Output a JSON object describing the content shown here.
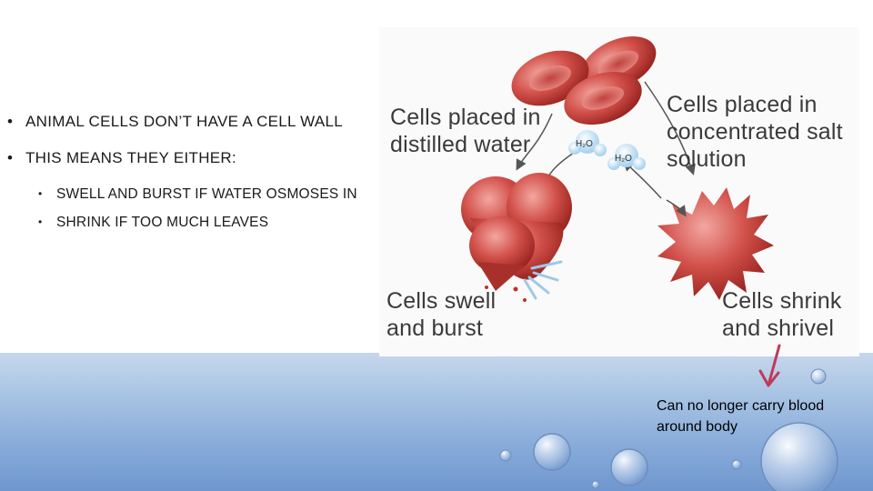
{
  "bullets": {
    "level1": [
      "ANIMAL CELLS DON’T HAVE A CELL WALL",
      "THIS MEANS THEY EITHER:"
    ],
    "level2": [
      "SWELL AND BURST IF WATER OSMOSES IN",
      "SHRINK IF TOO MUCH LEAVES"
    ],
    "bullet_symbol": "•"
  },
  "diagram": {
    "label_distilled": "Cells placed in distilled water",
    "label_salt": "Cells placed in concentrated salt solution",
    "label_swell": "Cells swell and burst",
    "label_shrink": "Cells shrink and shrivel",
    "h2o_label_1": "H₂O",
    "h2o_label_2": "H₂O",
    "cell_color": "#c9403a"
  },
  "annotation": {
    "text": "Can no longer carry blood around body",
    "arrow_color": "#c0395a"
  },
  "background": {
    "water_color": "#86a9d8"
  }
}
